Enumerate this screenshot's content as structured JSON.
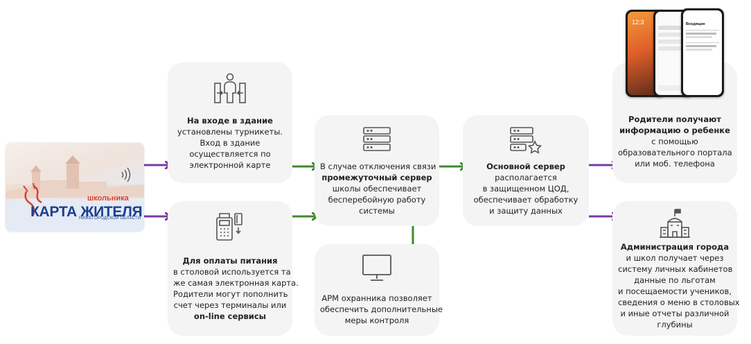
{
  "colors": {
    "box_bg": "#f4f4f4",
    "arrow_purple": "#7b3aa0",
    "arrow_green": "#3f8a2e",
    "icon_gray": "#555555",
    "card_blue": "#1d3f8f",
    "card_red": "#d8432b"
  },
  "card": {
    "school_label": "школьника",
    "title": "КАРТА ЖИТЕЛЯ",
    "region": "НИЖЕГОРОДСКОЙ ОБЛАСТИ"
  },
  "phones": {
    "time": "12:3",
    "inbox_title": "Входящие"
  },
  "boxes": {
    "entrance": {
      "icon": "turnstile-person-icon",
      "lines": [
        "На входе в здание",
        "установлены турникеты.",
        "Вход в здание",
        "осуществляется  по",
        "электронной карте"
      ]
    },
    "payment": {
      "icon": "payment-terminal-card-icon",
      "lines": [
        "Для оплаты питания",
        "в столовой используется та",
        "же самая электронная карта.",
        "Родители  могут пополнить",
        "счет через терминалы или",
        "on-line  сервисы"
      ]
    },
    "school_server": {
      "icon": "server-rack-icon",
      "lines": [
        "В случае отключения  связи",
        "промежуточный сервер",
        "школы обеспечивает",
        "бесперебойную  работу",
        "системы"
      ]
    },
    "main_server": {
      "icon": "server-star-icon",
      "lines": [
        "Основной  сервер",
        "располагается",
        "в защищенном ЦОД,",
        "обеспечивает обработку",
        "и защиту данных"
      ]
    },
    "guard": {
      "icon": "monitor-icon",
      "lines": [
        "АРМ охранника  позволяет",
        "обеспечить дополнительные",
        "меры контроля"
      ]
    },
    "parents": {
      "lines": [
        "Родители получают",
        "информацию  о ребенке",
        "с помощью",
        "образовательного портала",
        "или моб. телефона"
      ]
    },
    "administration": {
      "icon": "city-hall-icon",
      "lines": [
        "Администрация  города",
        "и школ получает через",
        "систему личных кабинетов",
        "данные по льготам",
        "и посещаемости учеников,",
        "сведения  о меню в столовых",
        "и иные  отчеты различной",
        "глубины"
      ]
    }
  }
}
